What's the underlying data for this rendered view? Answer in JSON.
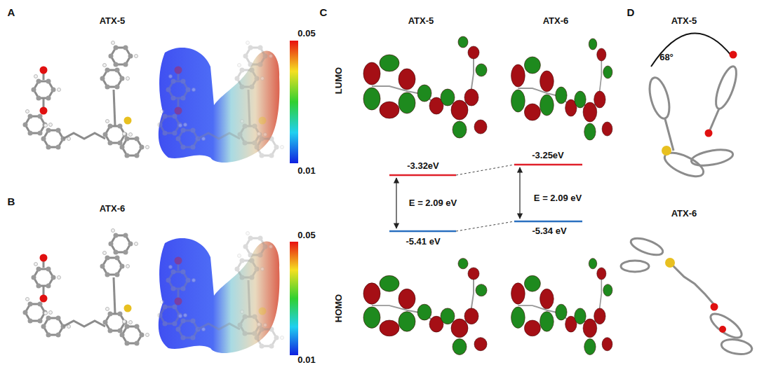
{
  "diagram": {
    "labels": [
      "A",
      "ATX-5",
      "0.05",
      "0.01",
      "B",
      "ATX-6",
      "0.05",
      "0.01",
      "C",
      "ATX-5",
      "ATX-6",
      "LUMO",
      "-3.32eV",
      "-3.25eV",
      "E = 2.09 eV",
      "E = 2.09 eV",
      "-5.41 eV",
      "-5.34 eV",
      "HOMO",
      "D",
      "ATX-5",
      "68°",
      "ATX-6"
    ]
  }
}
